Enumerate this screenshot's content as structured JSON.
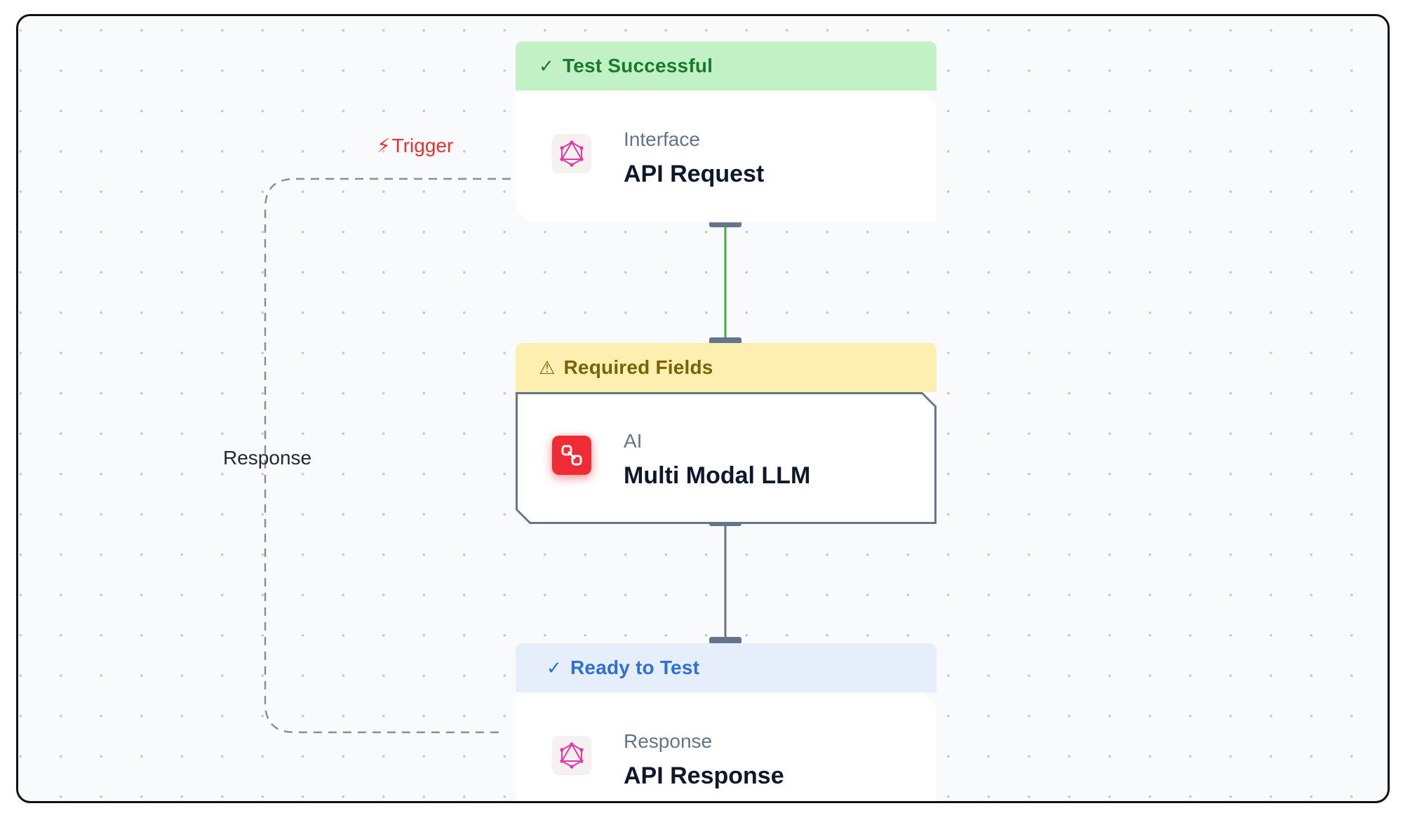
{
  "edges": {
    "trigger_label": "Trigger",
    "response_label": "Response"
  },
  "nodes": [
    {
      "status": "Test Successful",
      "status_icon": "check-icon",
      "category": "Interface",
      "title": "API Request",
      "icon": "graphql-icon"
    },
    {
      "status": "Required Fields",
      "status_icon": "warning-icon",
      "category": "AI",
      "title": "Multi Modal LLM",
      "icon": "llm-icon"
    },
    {
      "status": "Ready to Test",
      "status_icon": "check-icon",
      "category": "Response",
      "title": "API Response",
      "icon": "graphql-icon"
    }
  ],
  "colors": {
    "success_bg": "#c1f1c4",
    "success_text": "#177a2c",
    "warning_bg": "#fcefb0",
    "warning_text": "#7a6206",
    "ready_bg": "#e6edfb",
    "ready_text": "#2f6fd8",
    "trigger_text": "#e5312f",
    "connector_success": "#3cb043",
    "connector_default": "#64748b"
  }
}
